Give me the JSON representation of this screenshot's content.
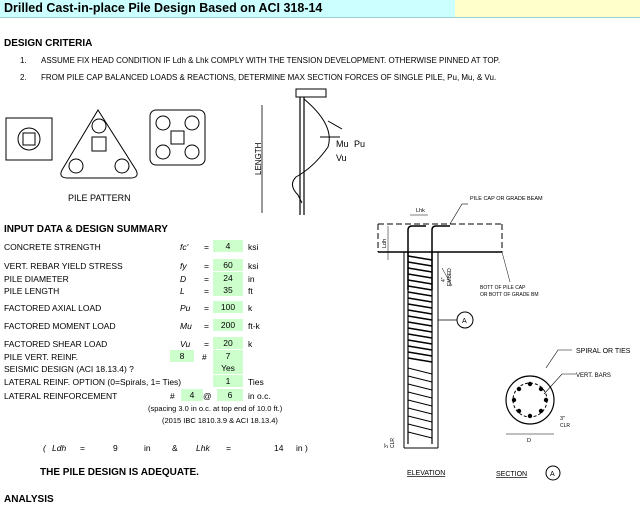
{
  "title": "Drilled Cast-in-place Pile Design Based on ACI 318-14",
  "criteria": {
    "heading": "DESIGN CRITERIA",
    "items": [
      {
        "num": "1.",
        "text": "ASSUME FIX HEAD CONDITION IF Ldh & Lhk COMPLY WITH THE TENSION DEVELOPMENT. OTHERWISE PINNED AT TOP."
      },
      {
        "num": "2.",
        "text": "FROM PILE CAP BALANCED LOADS & REACTIONS, DETERMINE MAX SECTION FORCES OF SINGLE PILE, Pu, Mu, & Vu."
      }
    ]
  },
  "pattern_label": "PILE PATTERN",
  "pile_diagram": {
    "length": "LENGTH",
    "mu": "Mu",
    "pu": "Pu",
    "vu": "Vu"
  },
  "input": {
    "heading": "INPUT DATA & DESIGN SUMMARY",
    "rows": [
      {
        "label": "CONCRETE STRENGTH",
        "sym": "fc'",
        "eq": "=",
        "value": "4",
        "unit": "ksi"
      },
      {
        "label": "VERT. REBAR YIELD STRESS",
        "sym": "fy",
        "eq": "=",
        "value": "60",
        "unit": "ksi"
      },
      {
        "label": "PILE DIAMETER",
        "sym": "D",
        "eq": "=",
        "value": "24",
        "unit": "in"
      },
      {
        "label": "PILE LENGTH",
        "sym": "L",
        "eq": "=",
        "value": "35",
        "unit": "ft"
      },
      {
        "label": "FACTORED AXIAL LOAD",
        "sym": "Pu",
        "eq": "=",
        "value": "100",
        "unit": "k"
      },
      {
        "label": "FACTORED MOMENT LOAD",
        "sym": "Mu",
        "eq": "=",
        "value": "200",
        "unit": "ft-k"
      },
      {
        "label": "FACTORED SHEAR LOAD",
        "sym": "Vu",
        "eq": "=",
        "value": "20",
        "unit": "k"
      }
    ],
    "vert_reinf": {
      "label": "PILE VERT. REINF.",
      "count": "8",
      "hash": "#",
      "size": "7"
    },
    "seismic": {
      "label": "SEISMIC DESIGN (ACI 18.13.4) ?",
      "value": "Yes"
    },
    "lateral_option": {
      "label": "LATERAL REINF. OPTION (0=Spirals, 1= Ties)",
      "value": "1",
      "unit": "Ties"
    },
    "lateral": {
      "label": "LATERAL REINFORCEMENT",
      "hash": "#",
      "size": "4",
      "at": "@",
      "spacing": "6",
      "unit": "in o.c."
    },
    "note1": "(spacing 3.0 in o.c. at top end of 10.0 ft.)",
    "note2": "(2015 IBC 1810.3.9 & ACI 18.13.4)"
  },
  "dev": {
    "paren_open": "(",
    "ldh_sym": "Ldh",
    "eq1": "=",
    "ldh_val": "9",
    "ldh_unit": "in",
    "amp": "&",
    "lhk_sym": "Lhk",
    "eq2": "=",
    "lhk_val": "14",
    "lhk_unit": "in )"
  },
  "result": "THE PILE DESIGN IS ADEQUATE.",
  "analysis_heading": "ANALYSIS",
  "elevation": {
    "cap_label": "PILE CAP OR GRADE BEAM",
    "lhk": "Lhk",
    "ldh": "Ldh",
    "embed": "EMBED",
    "embed_val": "4\"",
    "bott1": "BOTT OF PILE CAP",
    "bott2": "OR BOTT OF GRADE BM",
    "clr": "CLR",
    "clr_val": "3\"",
    "sec_mark": "A",
    "elev_label": "ELEVATION"
  },
  "section": {
    "spiral": "SPIRAL OR TIES",
    "bars": "VERT. BARS",
    "clr_val": "3\"",
    "clr": "CLR",
    "d": "D",
    "label": "SECTION",
    "mark": "A"
  }
}
